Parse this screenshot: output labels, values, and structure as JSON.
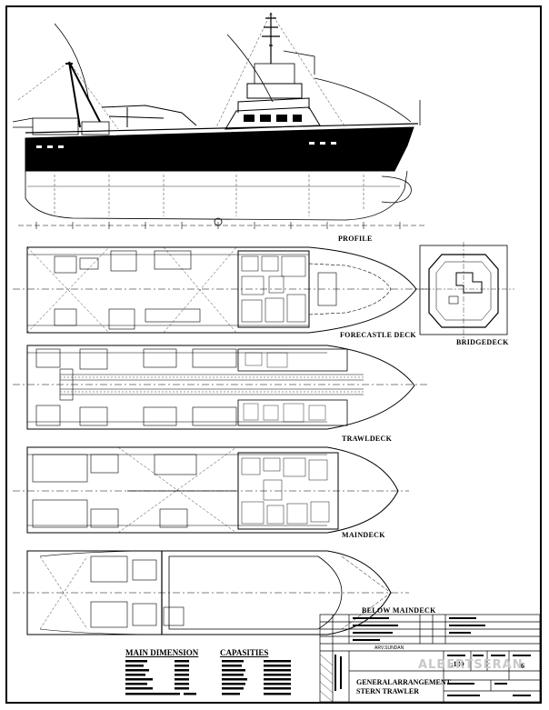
{
  "views": {
    "profile": "PROFILE",
    "forecastle": "FORECASTLE DECK",
    "bridge": "BRIDGEDECK",
    "trawl": "TRAWLDECK",
    "main": "MAINDECK",
    "below": "BELOW MAINDECK"
  },
  "specs": {
    "main_dimension": "MAIN DIMENSION",
    "capacities": "CAPASITIES"
  },
  "title_block": {
    "scale": "1:100",
    "sheet_no": "6",
    "drawing_title_line1": "GENERALARRANGEMENT",
    "drawing_title_line2": "STERN TRAWLER",
    "drawn_by_value": "ARV.SUNDAN"
  },
  "watermark": "ALBERTSERAN"
}
